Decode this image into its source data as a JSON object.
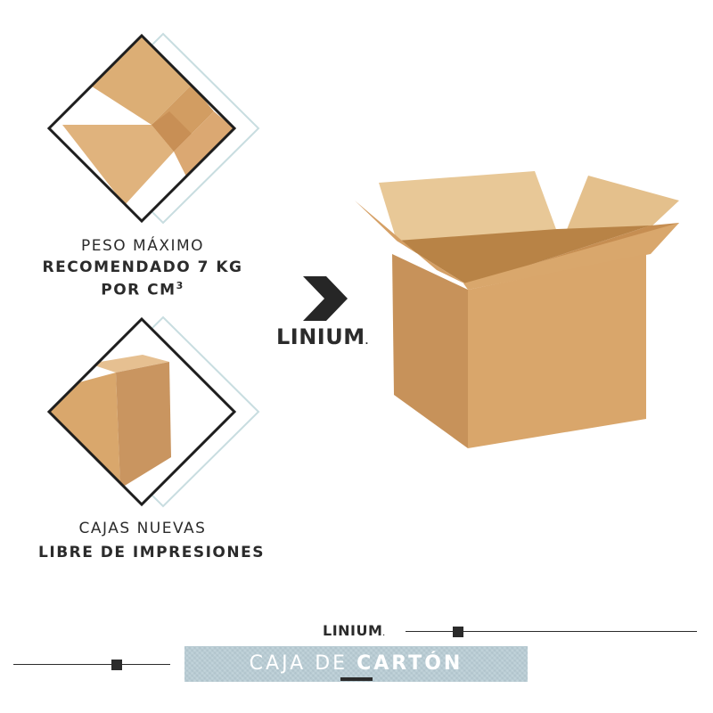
{
  "top_feature": {
    "line1": "PESO MÁXIMO",
    "line2": "RECOMENDADO 7 KG",
    "line3_prefix": "POR CM",
    "line3_sup": "3"
  },
  "bottom_feature": {
    "line1": "CAJAS NUEVAS",
    "line2": "LIBRE DE IMPRESIONES"
  },
  "brand": {
    "name": "LINIUM",
    "mark": "."
  },
  "footer": {
    "brand": "LINIUM",
    "brand_mark": ".",
    "banner_light": "CAJA DE ",
    "banner_bold": "CARTÓN"
  },
  "colors": {
    "dark": "#2b2b2b",
    "accent_outline": "#c8dde0",
    "cardboard": "#d9a76c",
    "banner_bg": "#b8ccd4"
  }
}
